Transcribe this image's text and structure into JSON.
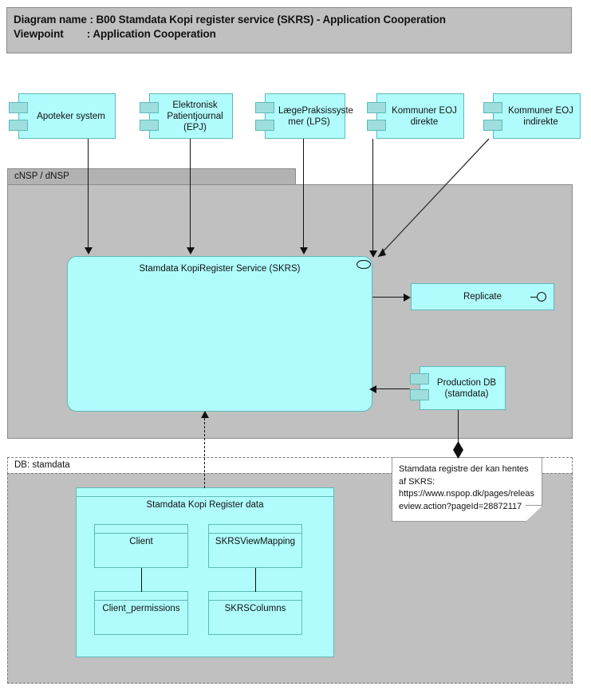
{
  "header": {
    "line1": "Diagram name : B00 Stamdata Kopi register service (SKRS) - Application Cooperation",
    "line2": "Viewpoint        : Application Cooperation"
  },
  "colors": {
    "component_fill": "#b0fcfc",
    "component_border": "#5fb9b9",
    "component_tab": "#9fdede",
    "group_fill": "#c0c0c0",
    "group_tab": "#b2b2b2",
    "group_border": "#8a8a8a",
    "note_fill": "#ffffff",
    "line": "#111111"
  },
  "consumers": [
    {
      "label": "Apoteker system"
    },
    {
      "label": "Elektronisk Patientjournal (EPJ)"
    },
    {
      "label": "LægePraksissyste mer (LPS)"
    },
    {
      "label": "Kommuner EOJ direkte"
    },
    {
      "label": "Kommuner EOJ indirekte"
    }
  ],
  "nsp_group": {
    "tab_label": "cNSP / dNSP"
  },
  "service": {
    "label": "Stamdata KopiRegister Service (SKRS)",
    "interface_icon": "provided-interface-oval"
  },
  "replicate": {
    "label": "Replicate",
    "interface_icon": "lollipop-interface-icon"
  },
  "production_db": {
    "label": "Production DB (stamdata)"
  },
  "note": {
    "text": "Stamdata registre der kan hentes af SKRS: https://www.nspop.dk/pages/releaseview.action?pageId=28872117"
  },
  "db_group": {
    "tab_label": "DB: stamdata"
  },
  "data_package": {
    "label": "Stamdata Kopi Register data",
    "tables": [
      {
        "label": "Client"
      },
      {
        "label": "SKRSViewMapping"
      },
      {
        "label": "Client_permissions"
      },
      {
        "label": "SKRSColumns"
      }
    ]
  }
}
